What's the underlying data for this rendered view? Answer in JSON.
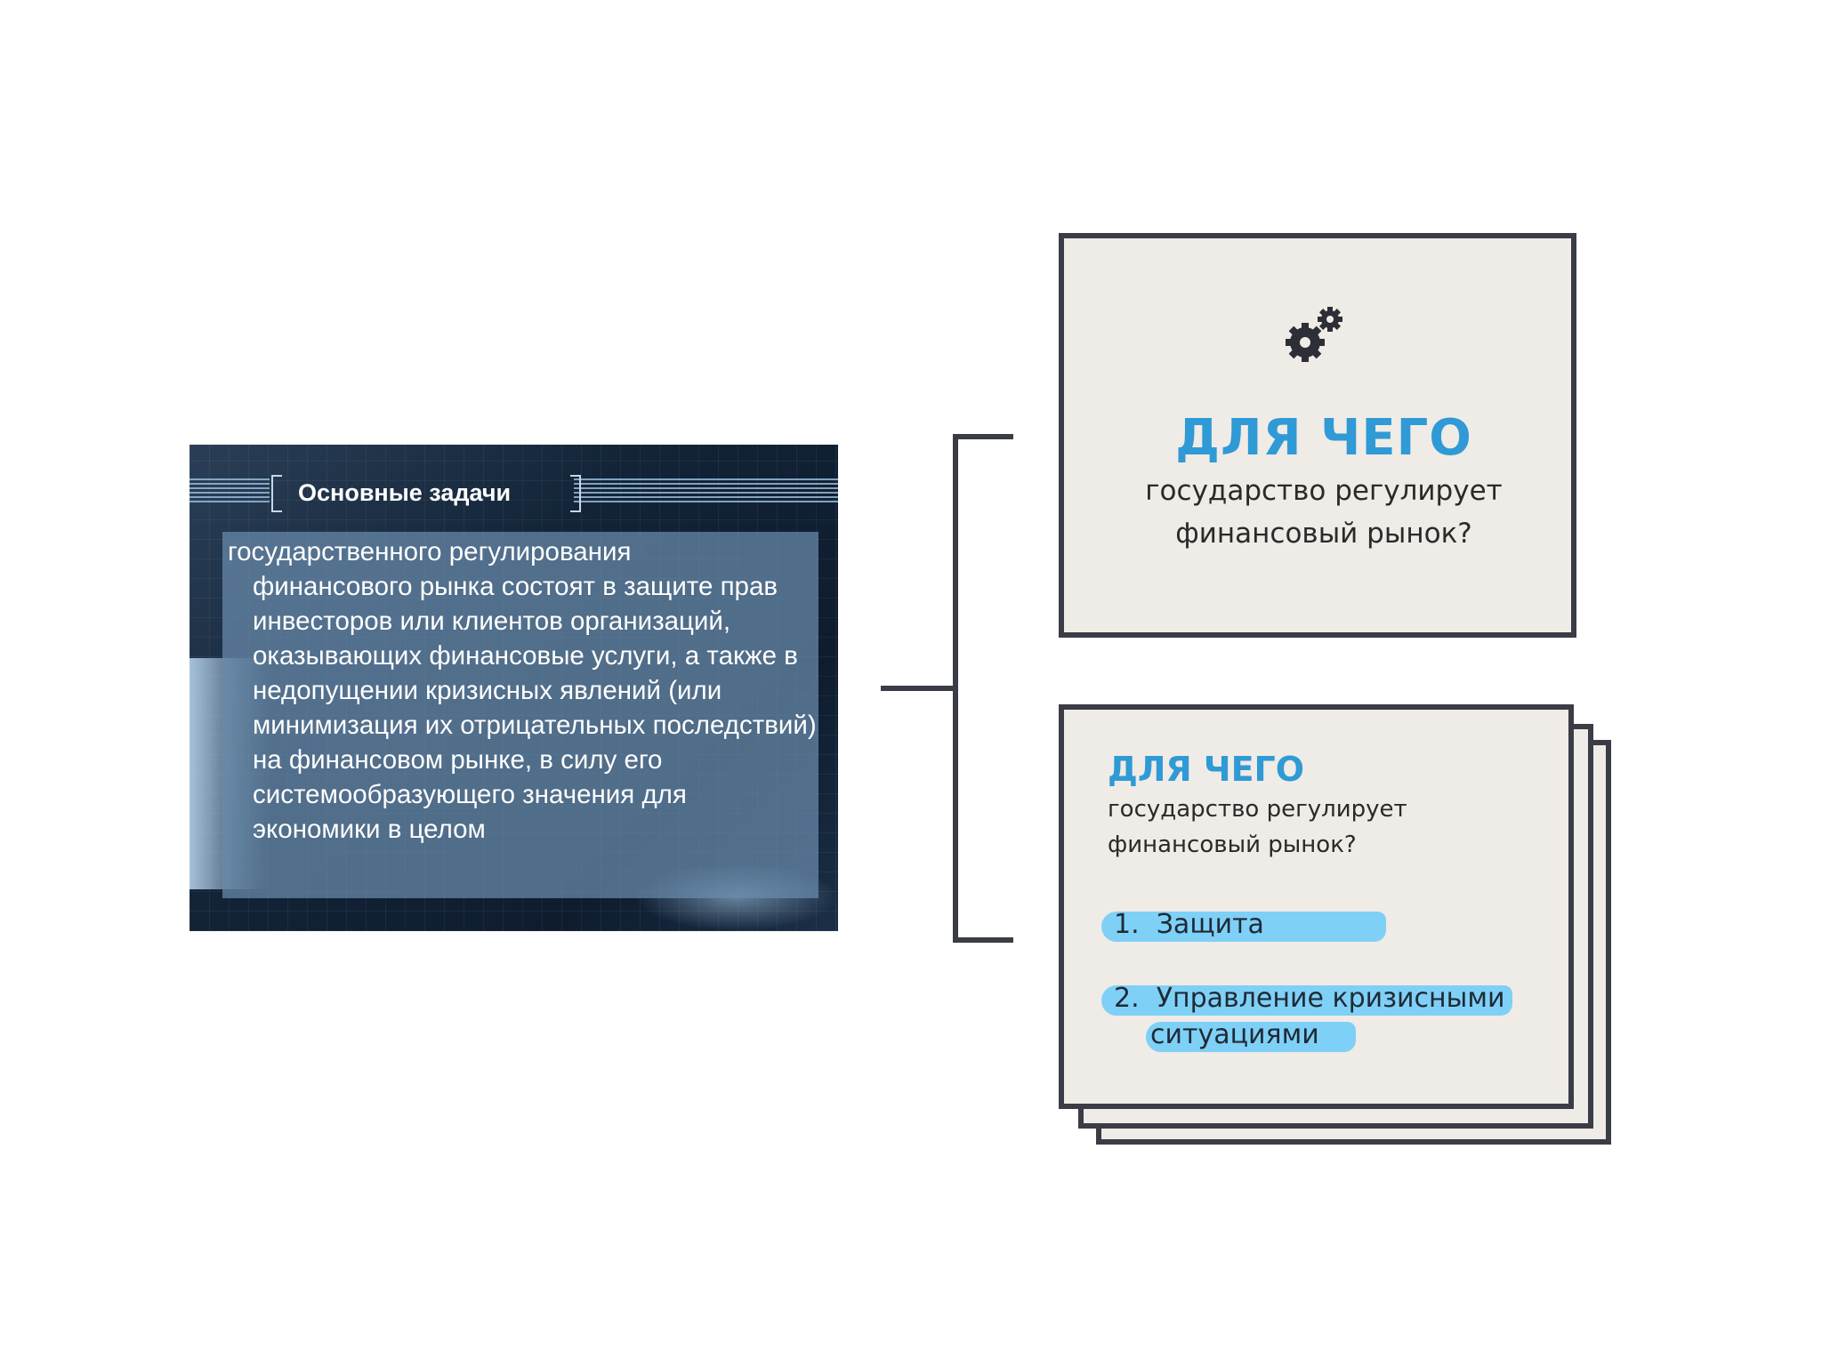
{
  "slide": {
    "title": "Основные задачи",
    "text_first": "государственного регулирования",
    "text_rest": "финансового рынка состоят в защите прав инвесторов или клиентов организаций, оказывающих финансовые услуги, а также в недопущении кризисных явлений (или минимизация их отрицательных последствий) на финансовом рынке, в силу его системообразующего значения для экономики в целом"
  },
  "card1": {
    "icon": "gears-icon",
    "heading": "ДЛЯ ЧЕГО",
    "sub_line1": "государство регулирует",
    "sub_line2": "финансовый рынок?"
  },
  "card2": {
    "heading": "ДЛЯ ЧЕГО",
    "sub_line1": "государство регулирует",
    "sub_line2": "финансовый рынок?",
    "items": [
      {
        "num": "1.",
        "text": "Защита"
      },
      {
        "num": "2.",
        "text_line1": "Управление кризисными",
        "text_line2": "ситуациями"
      }
    ]
  },
  "colors": {
    "accent": "#2f9ad5",
    "highlight": "#7fd0f6",
    "frame": "#3a3c46",
    "card_bg": "#efebe6"
  }
}
